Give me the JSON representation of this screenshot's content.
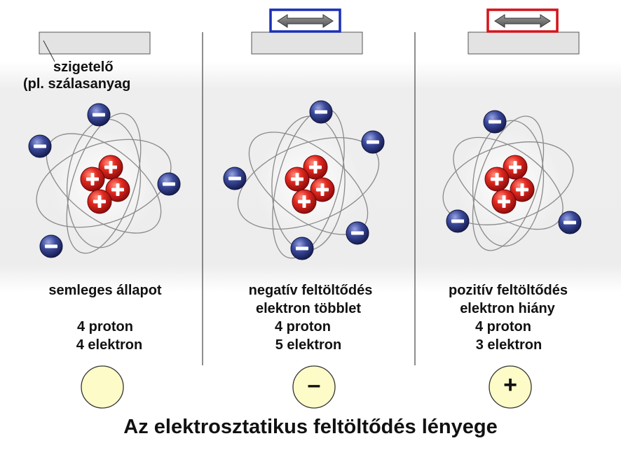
{
  "insulator_note": {
    "line1": "szigetelő",
    "line2": "(pl. szálasanyag"
  },
  "panels": [
    {
      "state": "semleges állapot",
      "detail": "",
      "protons": "4 proton",
      "electrons": "4 elektron",
      "symbol": "",
      "electron_count": 4,
      "frame_color": ""
    },
    {
      "state": "negatív feltöltődés",
      "detail": "elektron többlet",
      "protons": "4 proton",
      "electrons": "5 elektron",
      "symbol": "–",
      "electron_count": 5,
      "frame_color": "#1a2fb5"
    },
    {
      "state": "pozitív feltöltődés",
      "detail": "elektron hiány",
      "protons": "4 proton",
      "electrons": "3 elektron",
      "symbol": "+",
      "electron_count": 3,
      "frame_color": "#d3131a"
    }
  ],
  "title": "Az elektrosztatikus feltöltődés lényege",
  "colors": {
    "proton": "#c8181c",
    "electron": "#27306e",
    "symbol_fill": "#fdfbc8",
    "insulator_fill": "#e3e3e3"
  }
}
